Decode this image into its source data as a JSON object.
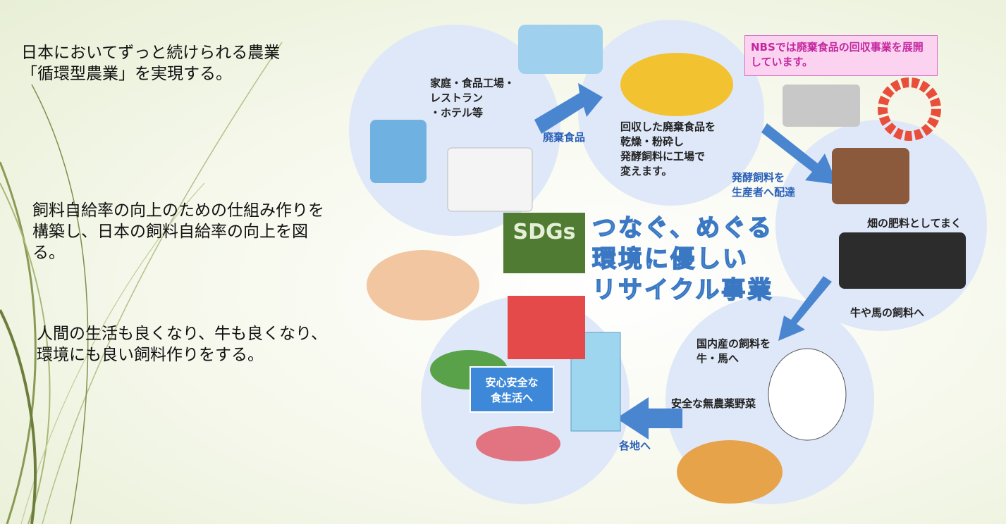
{
  "left": {
    "line1": "日本においてずっと続けられる農業",
    "line2": "「循環型農業」を実現する。",
    "para2": "飼料自給率の向上のための仕組み作りを構築し、日本の飼料自給率の向上を図る。",
    "para3": "人間の生活も良くなり、牛も良くなり、環境にも良い飼料作りをする。"
  },
  "diagram": {
    "note": "NBSでは廃棄食品の回収事業を展開しています。",
    "sources": [
      "家庭・食品工場・",
      "レストラン",
      "・ホテル等"
    ],
    "waste_food": "廃棄食品",
    "process": [
      "回収した廃棄食品を",
      "乾燥・粉砕し",
      "発酵飼料に工場で",
      "変えます。"
    ],
    "deliver": [
      "発酵飼料を",
      "生産者へ配達"
    ],
    "fertilizer": "畑の肥料としてまく",
    "cattle_feed": "牛や馬の飼料へ",
    "domestic": [
      "国内産の飼料を",
      "牛・馬へ"
    ],
    "veg": "安全な無農薬野菜",
    "everywhere": "各地へ",
    "safe_life": [
      "安心安全な",
      "食生活へ"
    ],
    "sdgs_logo": "SDGs",
    "sdgs_title": [
      "つなぐ、めぐる",
      "環境に優しい",
      "リサイクル事業"
    ]
  },
  "colors": {
    "arrow": "#4a86d0",
    "circle": "#dfe8f8",
    "note_bg": "#fbd3f1",
    "note_text": "#c4279f"
  }
}
